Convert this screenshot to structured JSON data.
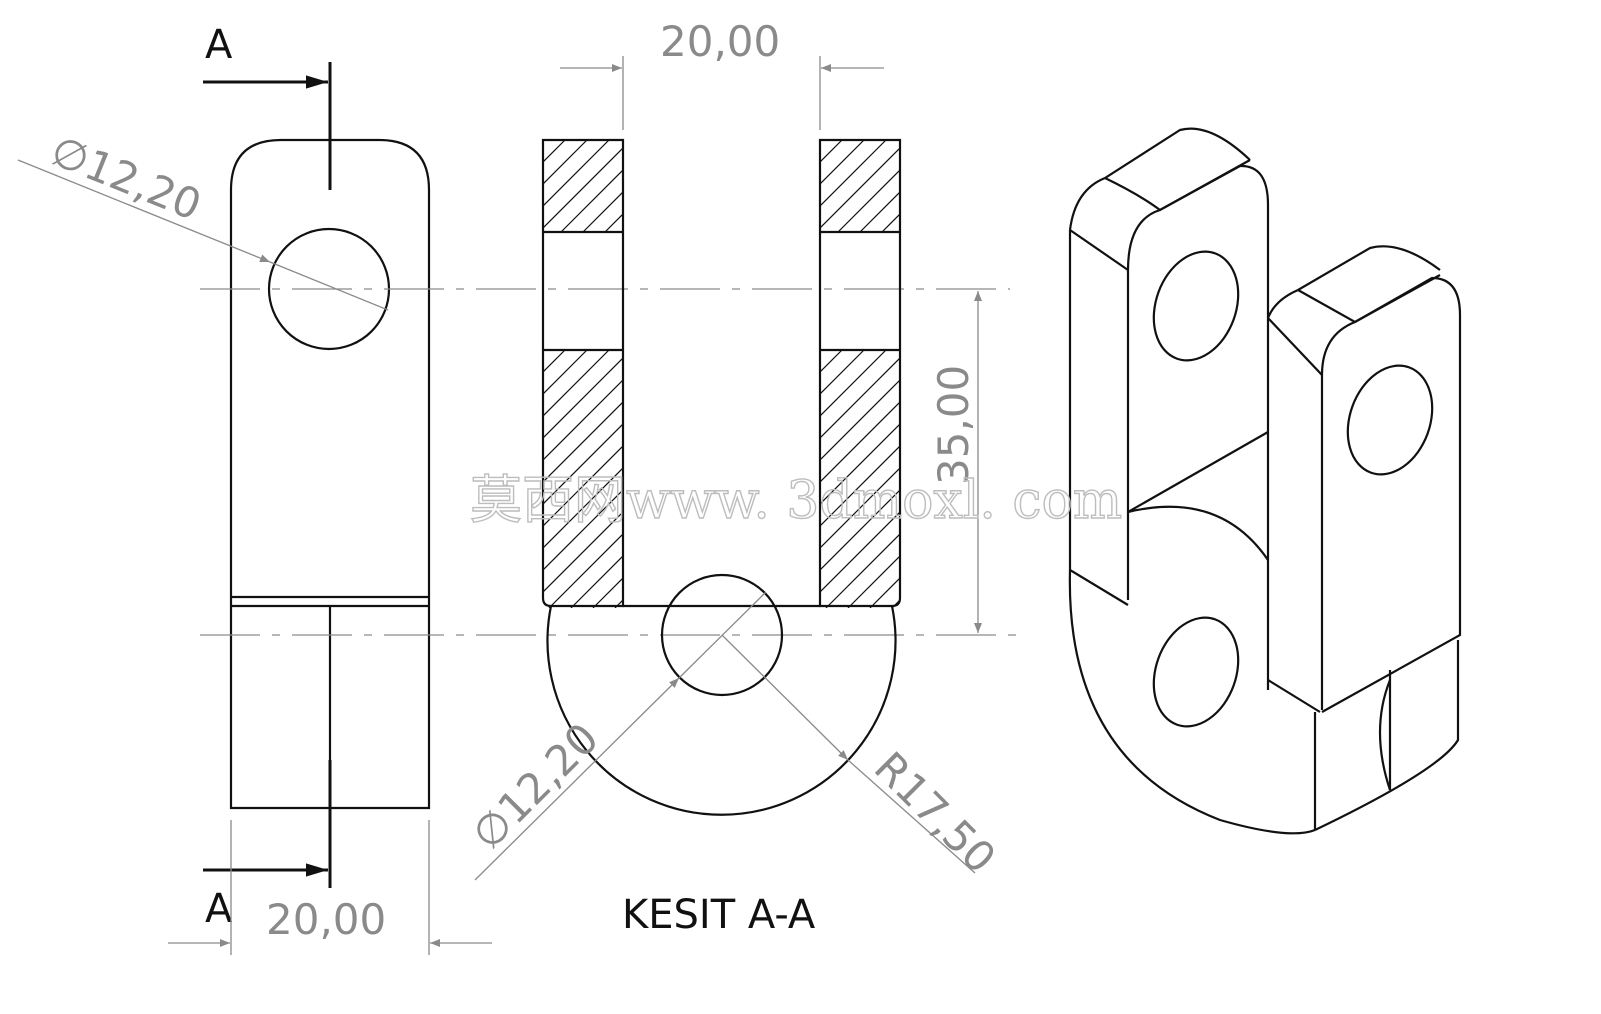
{
  "front_view": {
    "section_mark_top": "A",
    "section_mark_bottom": "A",
    "hole_dia": "∅12,20",
    "width": "20,00"
  },
  "section_view": {
    "width_top": "20,00",
    "height": "35,00",
    "hole_dia": "∅12,20",
    "radius": "R17,50",
    "title": "KESIT A-A"
  },
  "watermark": "莫西网www. 3dmoxl. com"
}
